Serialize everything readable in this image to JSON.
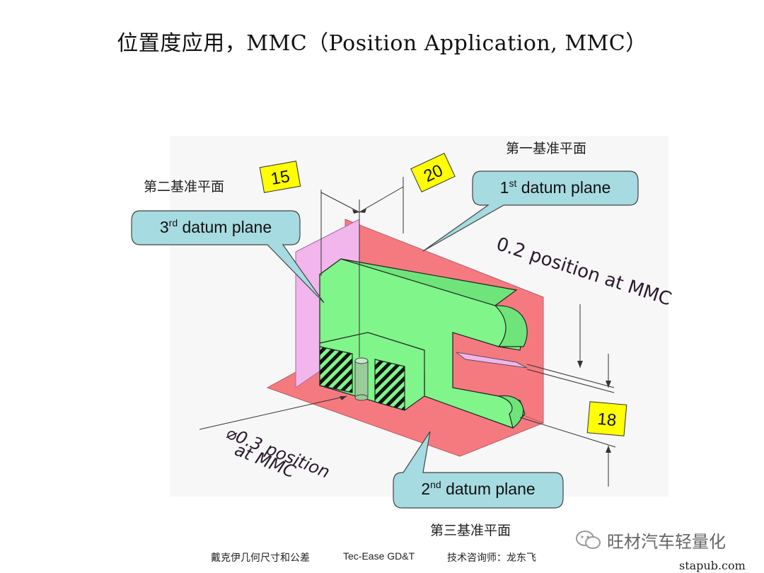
{
  "title": "位置度应用，MMC（Position Application, MMC）",
  "labels": {
    "datum1_cn": "第一基准平面",
    "datum2_cn": "第二基准平面",
    "datum3_cn": "第三基准平面",
    "callout_1st": {
      "num": "1",
      "sup": "st",
      "rest": " datum plane"
    },
    "callout_2nd": {
      "num": "2",
      "sup": "nd",
      "rest": " datum plane"
    },
    "callout_3rd": {
      "num": "3",
      "sup": "rd",
      "rest": " datum plane"
    }
  },
  "dimensions": {
    "dim_15": "15",
    "dim_20": "20",
    "dim_18": "18"
  },
  "notes": {
    "slot_tolerance": "0.2 position at MMC",
    "hole_tolerance_line1": "⌀0.3 position",
    "hole_tolerance_line2": "at MMC"
  },
  "footer": {
    "left": "戴克伊几何尺寸和公差",
    "center": "Tec-Ease GD&T",
    "right": "技术咨询师：龙东飞"
  },
  "watermark": {
    "wechat": "旺材汽车轻量化",
    "site": "stapub.com"
  },
  "colors": {
    "part_green": "#7ff58a",
    "datum_red": "#f57a80",
    "datum_pink": "#f2b5ec",
    "callout_fill": "#a6dbe1",
    "dim_box_yellow": "#ffff00",
    "tolerance_text": "#2a1a2e"
  }
}
